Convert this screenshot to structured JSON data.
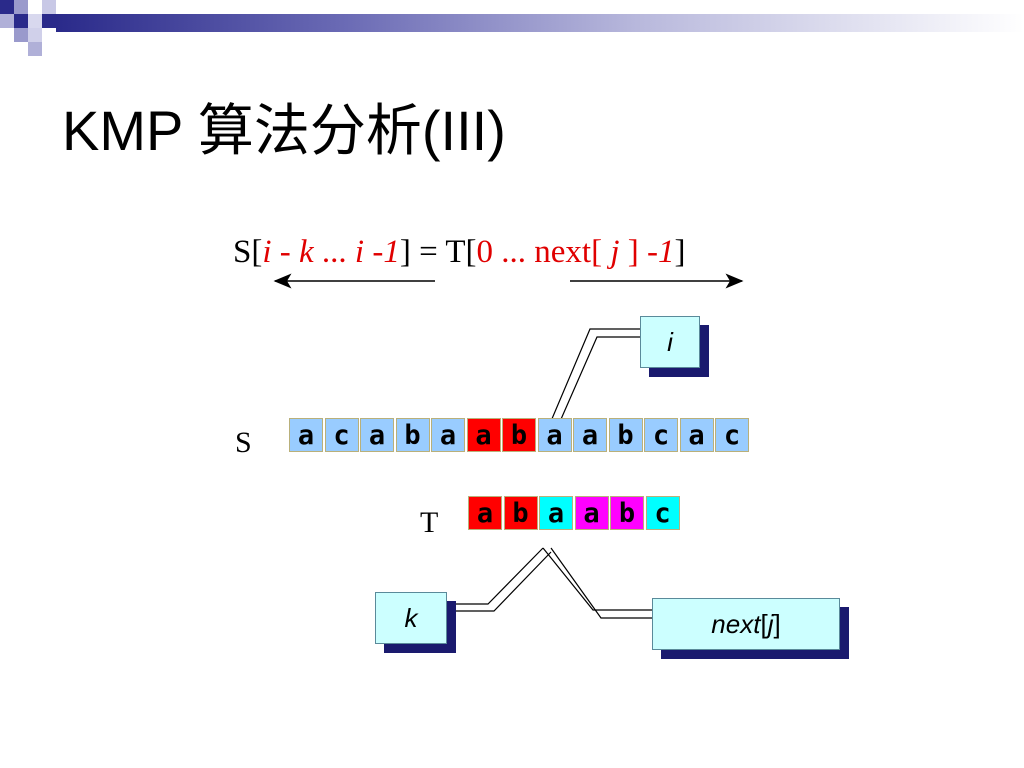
{
  "title": "KMP 算法分析(III)",
  "formula": {
    "s_open": "S[",
    "i1": "i",
    "minus1": " - ",
    "k": "k",
    "dots1": " ... ",
    "i2": "i",
    "minus2": " -",
    "one1": "1",
    "close_eq": "] = T[",
    "zero_dots": "0 ... ",
    "next_open": "next[ ",
    "j": "j",
    "next_close": " ] -",
    "one2": "1",
    "close": "]"
  },
  "labels": {
    "s": "S",
    "t": "T"
  },
  "S": [
    "a",
    "c",
    "a",
    "b",
    "a",
    "a",
    "b",
    "a",
    "a",
    "b",
    "c",
    "a",
    "c"
  ],
  "T": [
    "a",
    "b",
    "a",
    "a",
    "b",
    "c"
  ],
  "boxes": {
    "i": "i",
    "k": "k",
    "next": "next",
    "next_bracket": " [ ",
    "j": "j",
    "next_bracket_close": " ]"
  },
  "colors": {
    "blue": "#99ccff",
    "red": "#ff0000",
    "cyan": "#00ffff",
    "magenta": "#ff00ff",
    "formula_red": "#e00000",
    "callout_fill": "#ccffff",
    "callout_shadow": "#1a1a6e"
  }
}
